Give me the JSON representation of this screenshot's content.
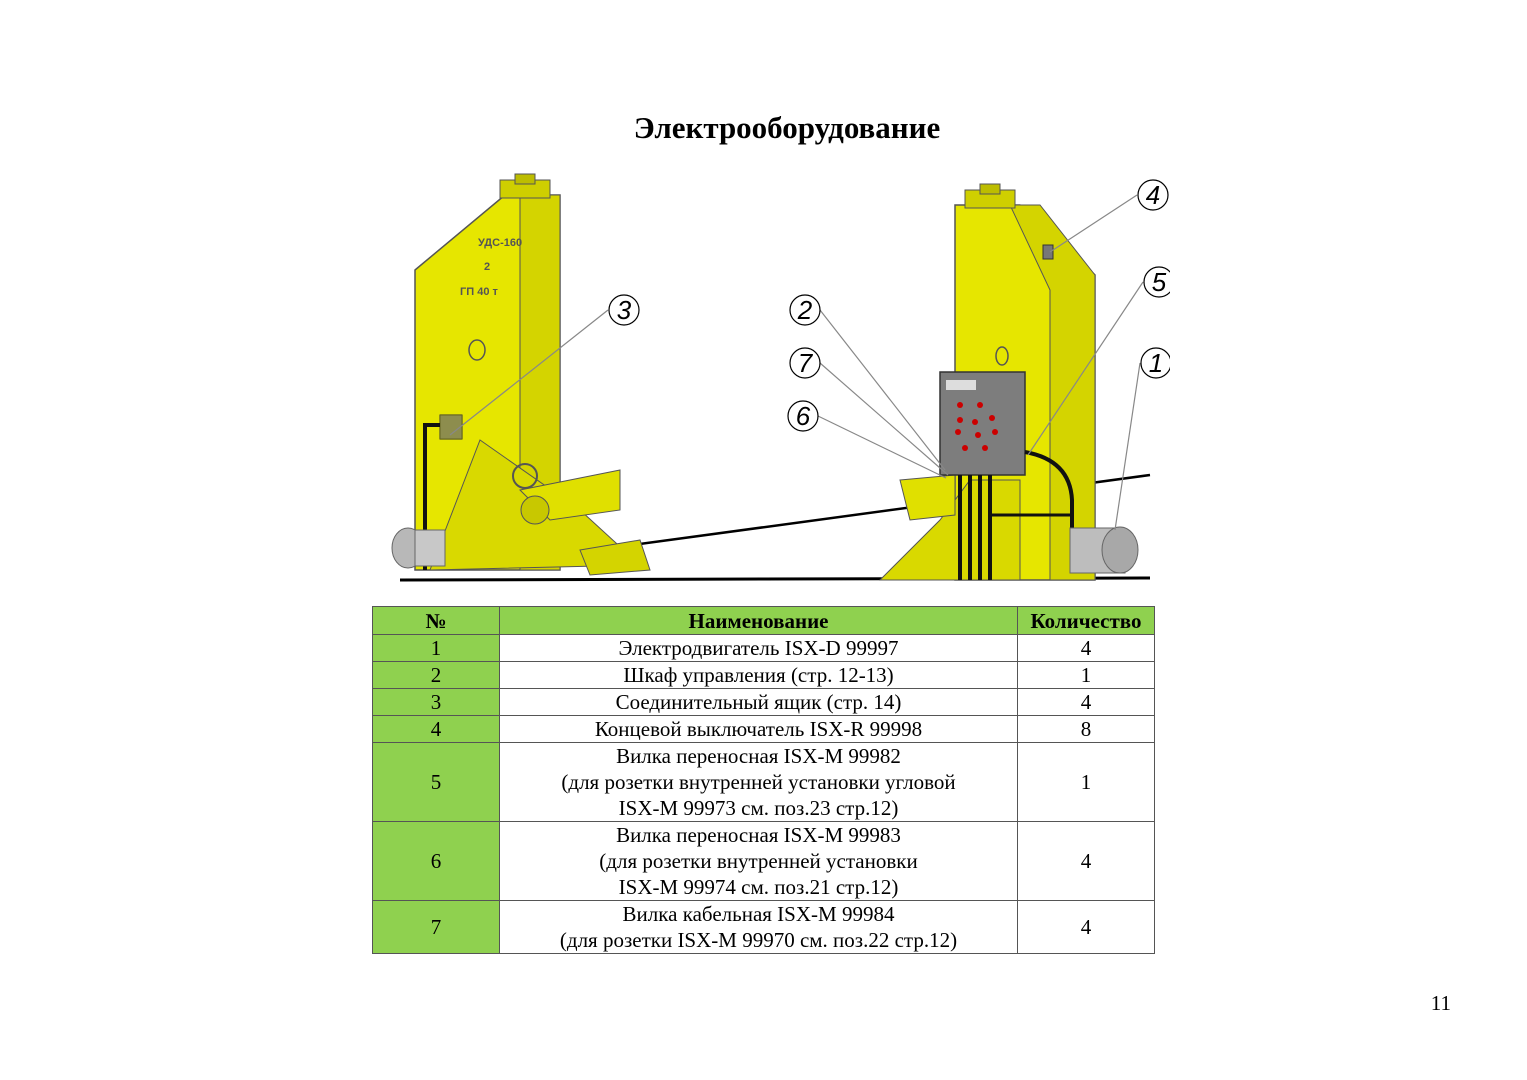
{
  "page": {
    "title": "Электрооборудование",
    "page_number": "11"
  },
  "figure": {
    "plate_text": [
      "УДС-160",
      "2",
      "ГП 40 т"
    ],
    "callouts": [
      "1",
      "2",
      "3",
      "4",
      "5",
      "6",
      "7"
    ]
  },
  "table": {
    "headers": [
      "№",
      "Наименование",
      "Количество"
    ],
    "rows": [
      {
        "num": "1",
        "name": [
          "Электродвигатель ISX-D 99997"
        ],
        "qty": "4"
      },
      {
        "num": "2",
        "name": [
          "Шкаф управления (стр. 12-13)"
        ],
        "qty": "1"
      },
      {
        "num": "3",
        "name": [
          "Соединительный ящик (стр. 14)"
        ],
        "qty": "4"
      },
      {
        "num": "4",
        "name": [
          "Концевой выключатель ISX-R 99998"
        ],
        "qty": "8"
      },
      {
        "num": "5",
        "name": [
          "Вилка переносная ISX-M 99982",
          "(для розетки внутренней установки угловой",
          "ISX-M 99973 см. поз.23 стр.12)"
        ],
        "qty": "1"
      },
      {
        "num": "6",
        "name": [
          "Вилка переносная ISX-M 99983",
          "(для розетки внутренней установки",
          "ISX-M 99974 см. поз.21 стр.12)"
        ],
        "qty": "4"
      },
      {
        "num": "7",
        "name": [
          "Вилка кабельная ISX-M 99984",
          "(для розетки ISX-M 99970 см. поз.22 стр.12)"
        ],
        "qty": "4"
      }
    ]
  },
  "colors": {
    "header_green": "#8fd14f",
    "machine_yellow": "#e6e600",
    "machine_shadow": "#b8b800"
  }
}
